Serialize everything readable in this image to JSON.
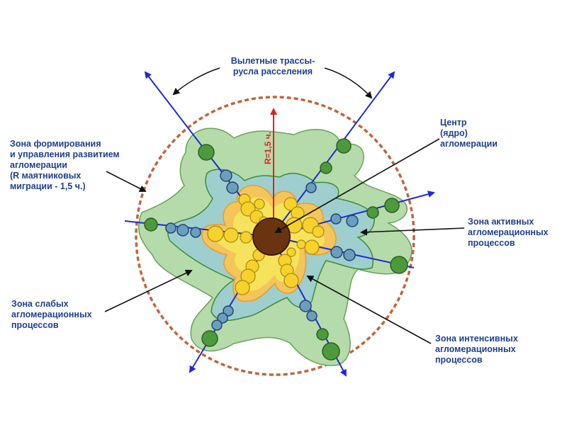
{
  "routes_label": [
    "Вылетные трассы-",
    "русла расселения"
  ],
  "radius_label": "R=1,5 ч.",
  "center_label": [
    "Центр",
    "(ядро)",
    "агломерации"
  ],
  "formation_zone_label": [
    "Зона формирования",
    "и управления развитием",
    "агломерации",
    "(R маятниковых",
    "миграции - 1,5 ч.)"
  ],
  "active_zone_label": [
    "Зона активных",
    "агломерационных",
    "процессов"
  ],
  "weak_zone_label": [
    "Зона слабых",
    "агломерационных",
    "процессов"
  ],
  "intensive_zone_label": [
    "Зона интенсивных",
    "агломерационных",
    "процессов"
  ],
  "colors": {
    "text": "#1f3f8f",
    "outer_circle": "#c0643a",
    "outer_zone": "#b5dbaa",
    "active_zone": "#9ecfce",
    "intensive_zone": "#f3c55a",
    "intensive_core": "#f5e35c",
    "nucleus": "#6b3410",
    "arrows": "#1e2bd0",
    "radius_arrow": "#e12121",
    "green_node": "#4c9a3c",
    "blue_node": "#6a9ec0",
    "yellow_node": "#f7d22a"
  }
}
